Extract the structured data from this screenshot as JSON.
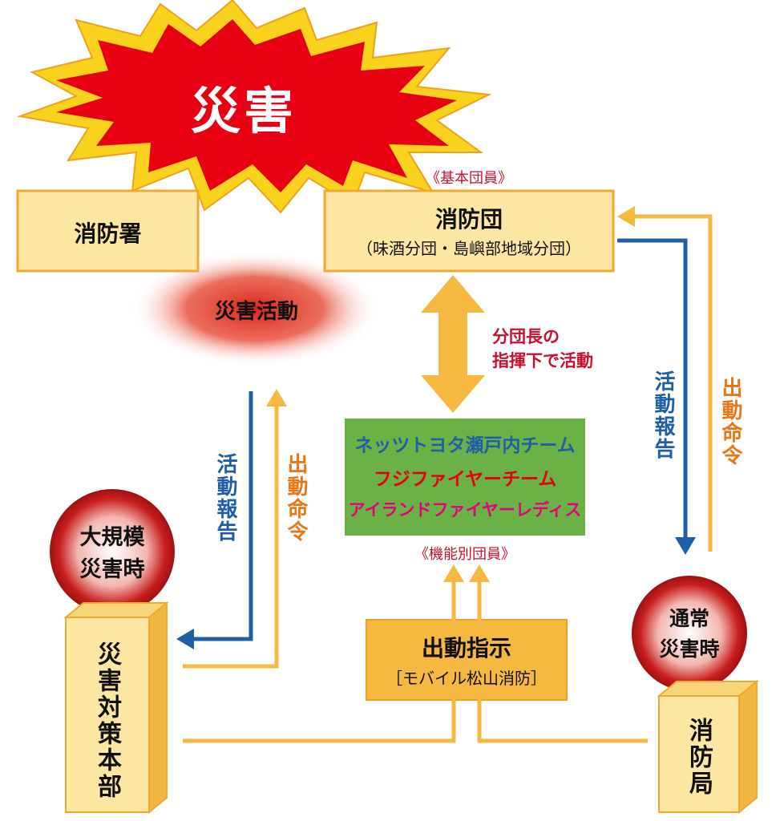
{
  "disaster": {
    "label": "災害"
  },
  "fire_station": {
    "label": "消防署"
  },
  "disaster_activity": {
    "label": "災害活動"
  },
  "basic_members": {
    "caption": "《基本団員》",
    "title": "消防団",
    "subtitle": "（味酒分団・島嶼部地域分団）"
  },
  "branch_leader_note": {
    "line1": "分団長の",
    "line2": "指揮下で活動"
  },
  "functional_teams": {
    "team1": "ネッツトヨタ瀬戸内チーム",
    "team2": "フジファイヤーチーム",
    "team3": "アイランドファイヤーレディス",
    "caption": "《機能別団員》"
  },
  "large_scale": {
    "line1": "大規模",
    "line2": "災害時"
  },
  "normal": {
    "line1": "通常",
    "line2": "災害時"
  },
  "headquarters": {
    "label": "災害対策本部"
  },
  "fire_bureau": {
    "label": "消防局"
  },
  "dispatch": {
    "title": "出動指示",
    "subtitle": "［モバイル松山消防］"
  },
  "arrows": {
    "left_report": "活動報告",
    "left_order": "出動命令",
    "right_report": "活動報告",
    "right_order": "出動命令"
  },
  "colors": {
    "box_fill": "#fbe7a1",
    "box_stroke": "#f0a830",
    "report_blue": "#1f5fa8",
    "order_orange": "#f5b942",
    "team_green": "#6ab245",
    "burst_red": "#e60012",
    "burst_yellow": "#f8d21c"
  }
}
